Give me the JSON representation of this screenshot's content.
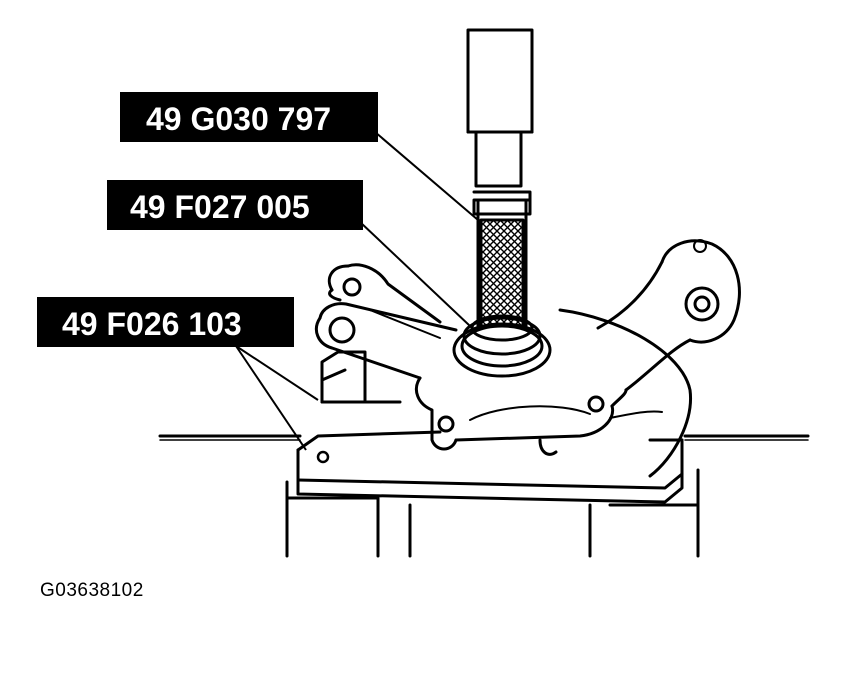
{
  "callouts": [
    {
      "id": "tool-1",
      "text": "49 G030 797"
    },
    {
      "id": "tool-2",
      "text": "49 F027 005"
    },
    {
      "id": "tool-3",
      "text": "49 F026 103"
    }
  ],
  "figure_id": "G03638102",
  "colors": {
    "ink": "#000000",
    "label_bg": "#000000",
    "label_text": "#ffffff",
    "paper": "#ffffff"
  }
}
